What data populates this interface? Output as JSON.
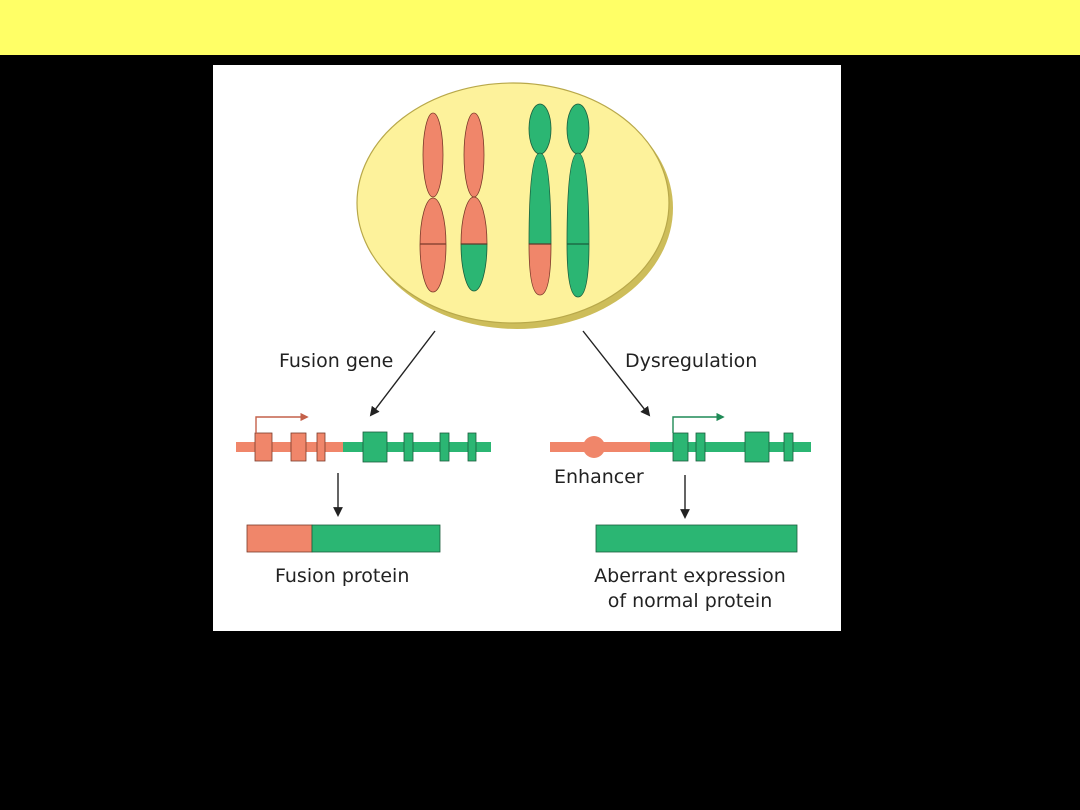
{
  "slide": {
    "header_color": "#ffff66",
    "background": "#000000"
  },
  "diagram": {
    "colors": {
      "salmon": "#f0866a",
      "green": "#2bb673",
      "nucleus_fill": "#fdf29b",
      "nucleus_shadow": "#cdbd5a",
      "outline": "#7a3a2a",
      "arrow": "#222222"
    },
    "labels": {
      "fusion_gene": "Fusion gene",
      "dysregulation": "Dysregulation",
      "enhancer": "Enhancer",
      "fusion_protein": "Fusion protein",
      "aberrant_line1": "Aberrant expression",
      "aberrant_line2": "of normal protein"
    },
    "icons": {
      "nucleus": "nucleus-ellipse",
      "chromosome": "chromosome-shape",
      "transcription_start": "bent-arrow-icon",
      "pointer": "down-arrow-icon"
    }
  }
}
